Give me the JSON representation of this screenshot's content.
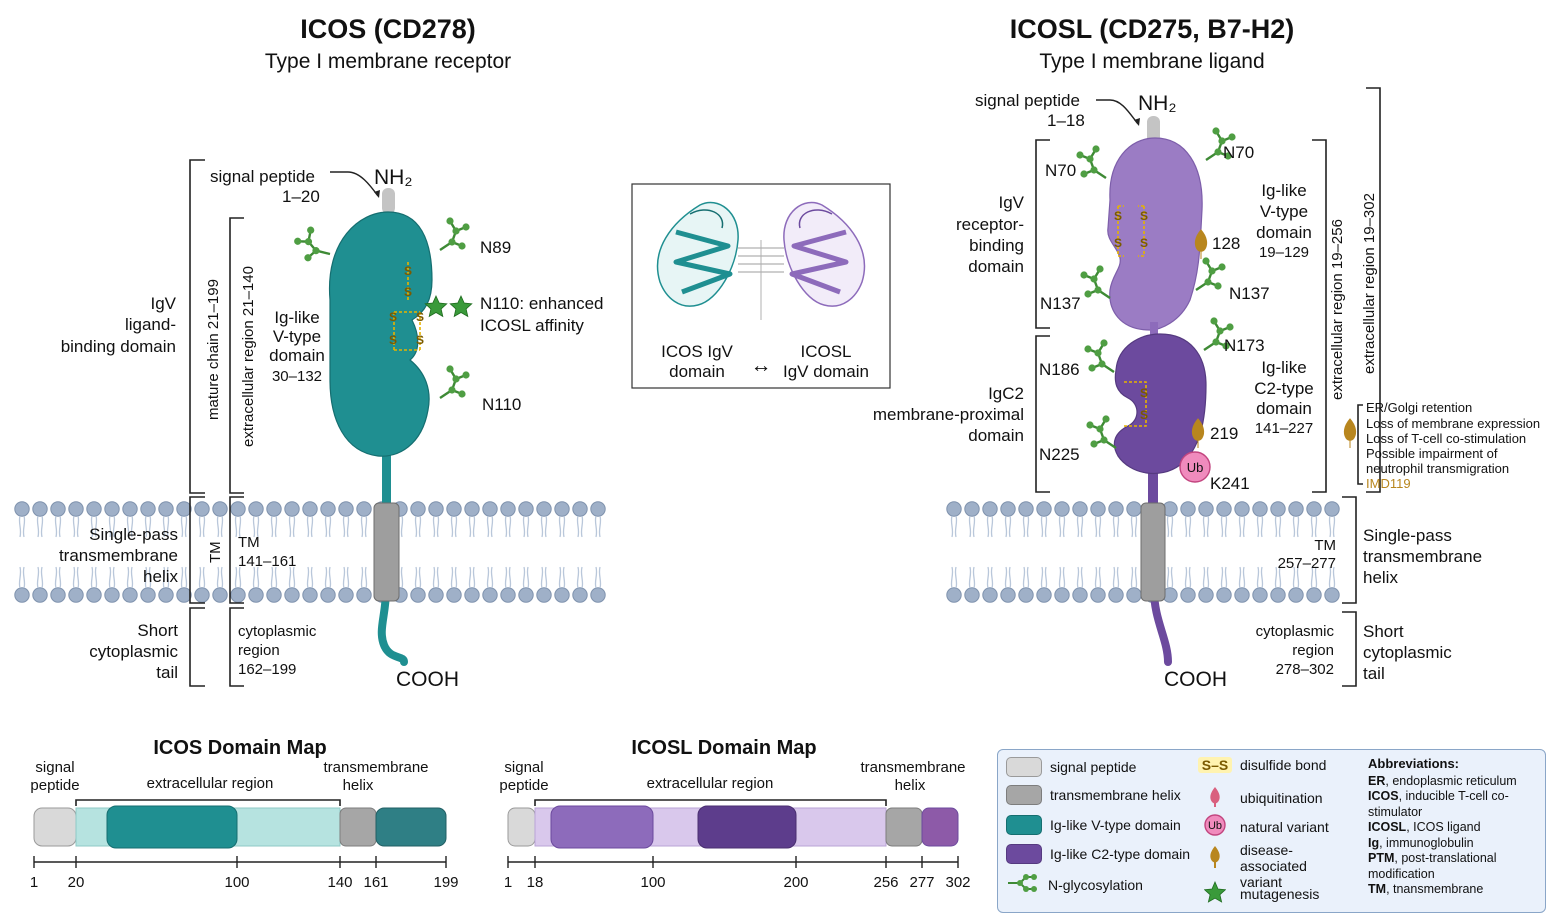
{
  "icos": {
    "title": "ICOS (CD278)",
    "subtitle": "Type I membrane receptor",
    "nh2": "NH₂",
    "cooh": "COOH",
    "signal_label": "signal peptide",
    "signal_range": "1–20",
    "domain_label": [
      "Ig-like",
      "V-type",
      "domain",
      "30–132"
    ],
    "left_domain_label": [
      "IgV",
      "ligand-",
      "binding domain"
    ],
    "mature_chain": "mature chain 21–199",
    "extracellular": "extracellular region 21–140",
    "tm_short": "TM",
    "tm_label": [
      "TM",
      "141–161"
    ],
    "helix_label": [
      "Single-pass",
      "transmembrane",
      "helix"
    ],
    "tail_label": [
      "Short",
      "cytoplasmic",
      "tail"
    ],
    "cyto_label": [
      "cytoplasmic",
      "region",
      "162–199"
    ],
    "glyco": [
      "N89",
      "N110"
    ],
    "mutagenesis": [
      "N110: enhanced",
      "ICOSL affinity"
    ]
  },
  "icosl": {
    "title": "ICOSL (CD275, B7-H2)",
    "subtitle": "Type I membrane ligand",
    "nh2": "NH₂",
    "cooh": "COOH",
    "signal_label": "signal peptide",
    "signal_range": "1–18",
    "igv_left": [
      "IgV",
      "receptor-",
      "binding",
      "domain"
    ],
    "igv_right": [
      "Ig-like",
      "V-type",
      "domain",
      "19–129"
    ],
    "igc2_left": [
      "IgC2",
      "membrane-proximal",
      "domain"
    ],
    "igc2_right": [
      "Ig-like",
      "C2-type",
      "domain",
      "141–227"
    ],
    "extracellular_a": "extracellular region 19–256",
    "extracellular_b": "extracellular region 19–302",
    "tm_label": [
      "TM",
      "257–277"
    ],
    "helix_label": [
      "Single-pass",
      "transmembrane",
      "helix"
    ],
    "tail_label": [
      "Short",
      "cytoplasmic",
      "tail"
    ],
    "cyto_label": [
      "cytoplasmic",
      "region",
      "278–302"
    ],
    "glyco": [
      "N70",
      "N70",
      "N137",
      "N137",
      "N173",
      "N186",
      "N225"
    ],
    "variant_128": "128",
    "variant_219": "219",
    "ub_site": "K241",
    "ub": "Ub",
    "variant_notes": [
      "ER/Golgi retention",
      "Loss of membrane expression",
      "Loss of T-cell co-stimulation",
      "Possible impairment of",
      "neutrophil transmigration"
    ],
    "disease": "IMD119"
  },
  "inset": {
    "left": [
      "ICOS IgV",
      "domain"
    ],
    "right": [
      "ICOSL",
      "IgV domain"
    ],
    "arrow": "↔"
  },
  "icos_map": {
    "title": "ICOS Domain Map",
    "signal": [
      "signal",
      "peptide"
    ],
    "extracellular": "extracellular region",
    "tm": [
      "transmembrane",
      "helix"
    ],
    "ticks": [
      "1",
      "20",
      "100",
      "140",
      "161",
      "199"
    ]
  },
  "icosl_map": {
    "title": "ICOSL Domain Map",
    "signal": [
      "signal",
      "peptide"
    ],
    "extracellular": "extracellular region",
    "tm": [
      "transmembrane",
      "helix"
    ],
    "ticks": [
      "1",
      "18",
      "100",
      "200",
      "256",
      "277",
      "302"
    ]
  },
  "legend": {
    "items": [
      "signal peptide",
      "transmembrane helix",
      "Ig-like V-type domain",
      "Ig-like C2-type domain",
      "N-glycosylation",
      "disulfide bond",
      "ubiquitination",
      "natural variant",
      "disease-associated variant",
      "mutagenesis"
    ],
    "ss": "S–S",
    "ub": "Ub",
    "abbr_title": "Abbreviations:",
    "abbr": [
      {
        "k": "ER",
        "v": ", endoplasmic reticulum"
      },
      {
        "k": "ICOS",
        "v": ", inducible T-cell co-stimulator"
      },
      {
        "k": "ICOSL",
        "v": ", ICOS ligand"
      },
      {
        "k": "Ig",
        "v": ", immunoglobulin"
      },
      {
        "k": "PTM",
        "v": ", post-translational modification"
      },
      {
        "k": "TM",
        "v": ", tnansmembrane"
      }
    ]
  },
  "colors": {
    "teal": "#1f8f91",
    "teal_dark": "#156e70",
    "teal_light": "#b6e3e0",
    "purple": "#9b7cc4",
    "purple_dark": "#6c4a9e",
    "purple_light": "#d9c8ec",
    "gray": "#a6a6a6",
    "gray_light": "#d9d9d9",
    "glyco": "#3e8a35",
    "gold": "#b8861e",
    "ub": "#e86aa8"
  }
}
